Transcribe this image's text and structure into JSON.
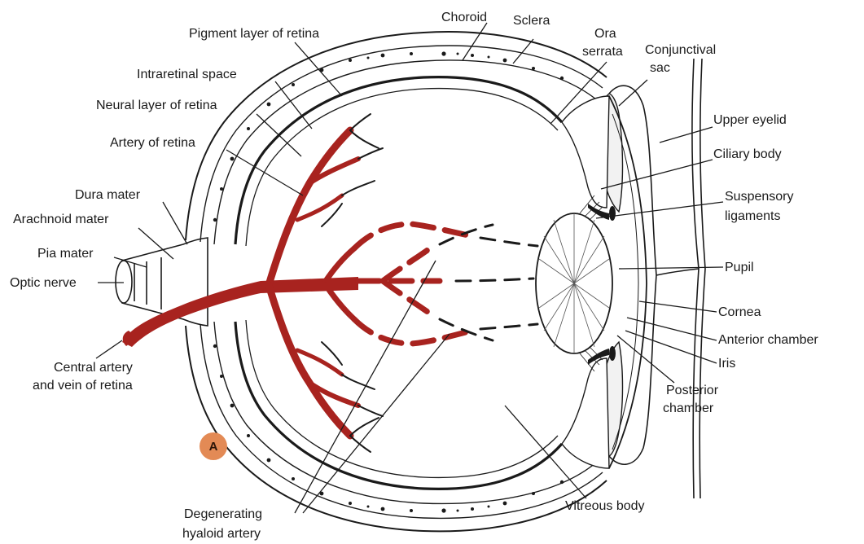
{
  "labels": {
    "pigment_layer": "Pigment layer of retina",
    "choroid": "Choroid",
    "sclera": "Sclera",
    "ora_line1": "Ora",
    "ora_line2": "serrata",
    "conj_line1": "Conjunctival",
    "conj_line2": "sac",
    "intraretinal": "Intraretinal space",
    "neural_layer": "Neural layer of retina",
    "artery_retina": "Artery of retina",
    "dura": "Dura mater",
    "arachnoid": "Arachnoid mater",
    "pia": "Pia mater",
    "optic_nerve": "Optic nerve",
    "central_line1": "Central artery",
    "central_line2": "and vein of retina",
    "upper_eyelid": "Upper eyelid",
    "ciliary_body": "Ciliary body",
    "susp_line1": "Suspensory",
    "susp_line2": "ligaments",
    "pupil": "Pupil",
    "cornea": "Cornea",
    "anterior_chamber": "Anterior chamber",
    "iris": "Iris",
    "post_line1": "Posterior",
    "post_line2": "chamber",
    "vitreous": "Vitreous body",
    "degen_line1": "Degenerating",
    "degen_line2": "hyaloid artery"
  },
  "badge": {
    "text": "A"
  },
  "colors": {
    "artery": "#a8231f",
    "badge": "#e38a55",
    "line": "#1a1a1a",
    "background": "#ffffff"
  }
}
